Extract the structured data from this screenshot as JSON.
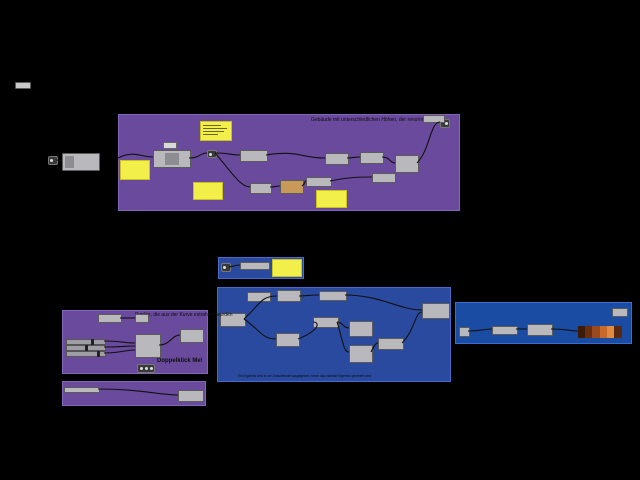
{
  "groups": {
    "top": {
      "title": "Gebäude mit unterschiedlichen Höhen, der renommierte Sp..."
    },
    "left_mid": {
      "title": "Punkte, die aus der Kurve extrahiert wurden",
      "subtitle": "Doppelklick Me!"
    },
    "center_small": {
      "title": ""
    },
    "center_big": {
      "title": "",
      "footer": "Ein Ergebnis wird in der Zwischenzeit ausgegeben, bevor das nächste Ergebnis generiert wird"
    },
    "left_low": {
      "title": ""
    },
    "right": {
      "title": ""
    }
  },
  "top_left_widget": {
    "label": ""
  },
  "colors": {
    "canvas": "#000000",
    "group_purple": "#6a4a9c",
    "group_blue": "#2a4aa0",
    "note_yellow": "#f2ee4a",
    "node_grey": "#b9b9bd",
    "wire": "#1a1a1a"
  },
  "gradient_colors": [
    "#3a1a08",
    "#6a2e10",
    "#9a4a1c",
    "#c8692c",
    "#e08a44",
    "#5a2a10"
  ]
}
